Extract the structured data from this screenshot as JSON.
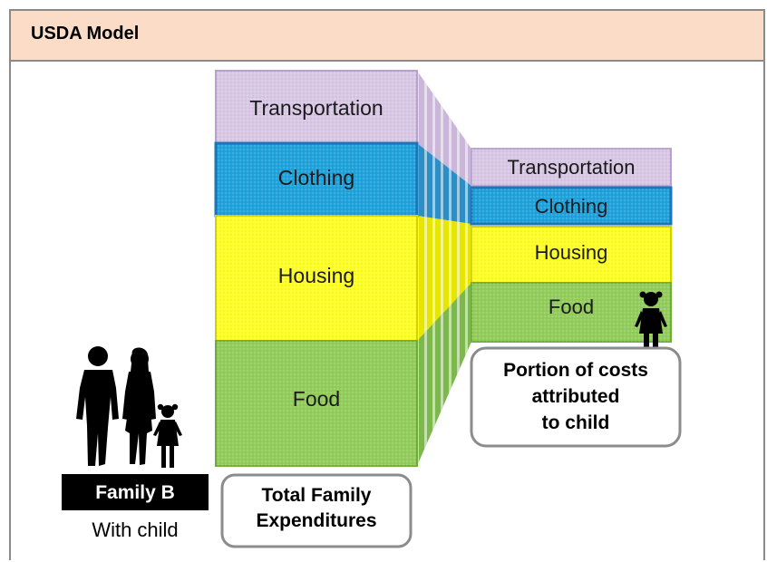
{
  "header": {
    "title": "USDA Model"
  },
  "total_stack": {
    "segments": [
      {
        "label": "Transportation"
      },
      {
        "label": "Clothing"
      },
      {
        "label": "Housing"
      },
      {
        "label": "Food"
      }
    ],
    "caption_line1": "Total Family",
    "caption_line2": "Expenditures"
  },
  "child_stack": {
    "segments": [
      {
        "label": "Transportation"
      },
      {
        "label": "Clothing"
      },
      {
        "label": "Housing"
      },
      {
        "label": "Food"
      }
    ],
    "caption_line1": "Portion of costs",
    "caption_line2": "attributed",
    "caption_line3": "to child"
  },
  "family": {
    "name": "Family B",
    "subtitle": "With child"
  },
  "colors": {
    "transportation": "#d9c8e6",
    "clothing": "#1fa3dc",
    "housing": "#ffff26",
    "food": "#93cd5c",
    "header_bg": "#fbdcc6"
  }
}
